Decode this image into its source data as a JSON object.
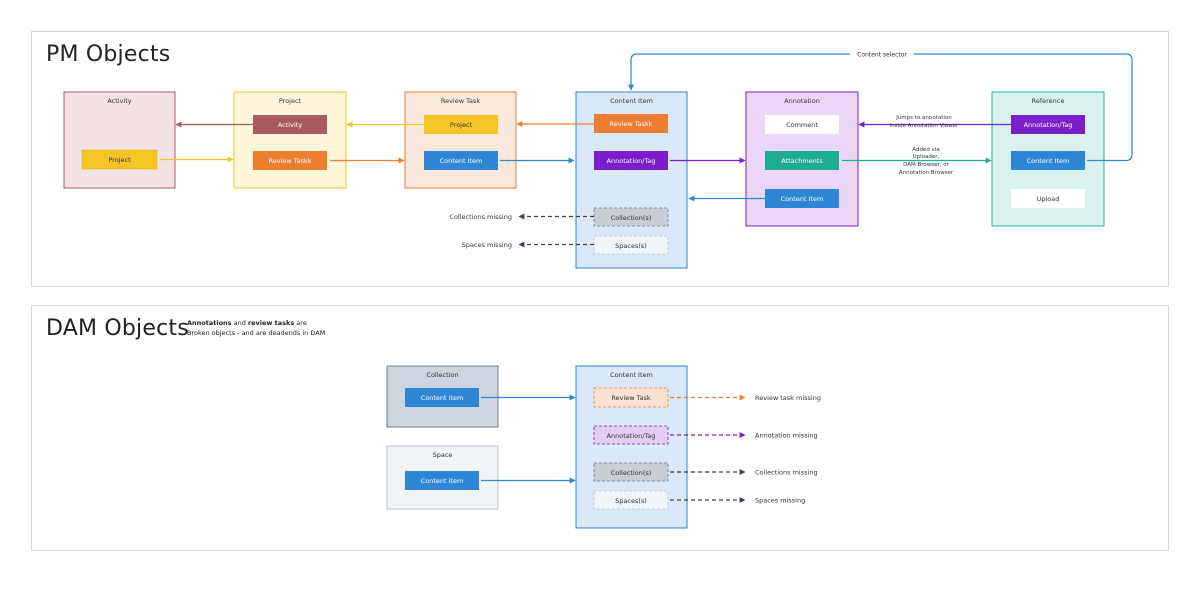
{
  "pm_section": {
    "title": "PM Objects",
    "containers": {
      "activity": {
        "label": "Activity",
        "fill": "#f2e2e3",
        "stroke": "#a85a60"
      },
      "project": {
        "label": "Project",
        "fill": "#fdf6d8",
        "stroke": "#f5c526"
      },
      "review_task": {
        "label": "Review Task",
        "fill": "#fbe8dc",
        "stroke": "#ed7d31"
      },
      "content_item": {
        "label": "Content Item",
        "fill": "#dbe8f7",
        "stroke": "#2e86d4"
      },
      "annotation": {
        "label": "Annotation",
        "fill": "#ead7f7",
        "stroke": "#7a1fc9"
      },
      "reference": {
        "label": "Reference",
        "fill": "#daf2ef",
        "stroke": "#2ab2a0"
      }
    },
    "items": {
      "activity_project": "Project",
      "project_activity": "Activity",
      "project_review_taskk": "Review Taskk",
      "review_project": "Project",
      "review_content_item": "Content Item",
      "content_review_taskk": "Review Taskk",
      "content_annotation_tag": "Annotation/Tag",
      "content_collections": "Collection(s)",
      "content_spaces": "Spaces(s)",
      "annotation_comment": "Comment",
      "annotation_attachments": "Attachments",
      "annotation_content_item": "Content Item",
      "reference_annotation_tag": "Annotation/Tag",
      "reference_content_item": "Content Item",
      "reference_upload": "Upload"
    },
    "labels": {
      "content_selector": "Content selector",
      "jumps_line1": "Jumps to annotation",
      "jumps_line2": "inside Annotation Viewer",
      "added_line1": "Added via",
      "added_line2": "Uploader,",
      "added_line3": "DAM Browser, or",
      "added_line4": "Annotation Browser",
      "collections_missing": "Collections missing",
      "spaces_missing": "Spaces  missing"
    }
  },
  "dam_section": {
    "title": "DAM Objects",
    "note": {
      "bold1": "Annotations",
      "text1": " and ",
      "bold2": "review tasks",
      "text2": " are",
      "line2": "Broken objects - and are deadends in DAM"
    },
    "containers": {
      "collection": {
        "label": "Collection",
        "fill": "#cdd5de",
        "stroke": "#6b7b8c"
      },
      "space": {
        "label": "Space",
        "fill": "#f1f4f7",
        "stroke": "#b9c2cc"
      },
      "content_item": {
        "label": "Content Item",
        "fill": "#dbe8f7",
        "stroke": "#2e86d4"
      }
    },
    "items": {
      "collection_content_item": "Content item",
      "space_content_item": "Content item",
      "review_task": "Review Task",
      "annotation_tag": "Annotation/Tag",
      "collections": "Collection(s)",
      "spaces": "Spaces(s)"
    },
    "labels": {
      "review_task_missing": "Review task missing",
      "annotation_missing": "Annotation missing",
      "collections_missing": "Collections missing",
      "spaces_missing": "Spaces  missing"
    }
  },
  "colors": {
    "activity": "#a85a60",
    "project": "#f5c526",
    "review": "#ed7d31",
    "content": "#2e86d4",
    "annotation": "#7a1fc9",
    "attachments": "#1fad92",
    "reference": "#2ab2a0",
    "missing": "#334455"
  }
}
